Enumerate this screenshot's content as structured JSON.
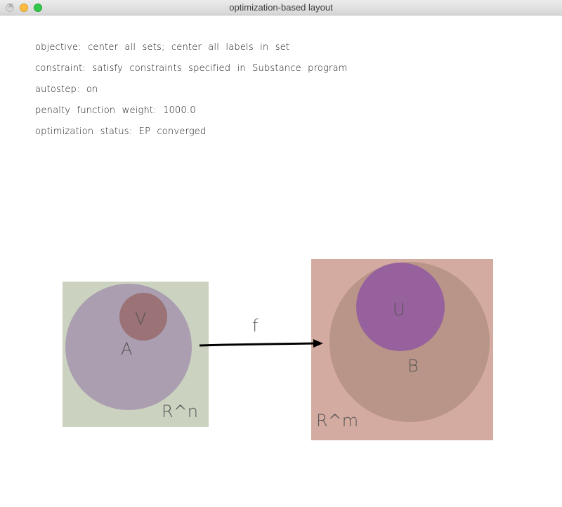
{
  "window": {
    "title": "optimization-based layout"
  },
  "info": [
    "objective: center all sets; center all labels in set",
    "constraint: satisfy constraints specified in Substance program",
    "autostep: on",
    "penalty function weight: 1000.0",
    "optimization status: EP converged"
  ],
  "diagram": {
    "spaces": [
      {
        "label": "R^n",
        "color": "#cbd3c0"
      },
      {
        "label": "R^m",
        "color": "#d4aba0"
      }
    ],
    "sets": [
      {
        "label": "A",
        "color": "#aa9eb0"
      },
      {
        "label": "V",
        "color": "#9b7276"
      },
      {
        "label": "B",
        "color": "#b99488"
      },
      {
        "label": "U",
        "color": "#96619c"
      }
    ],
    "map": {
      "label": "f"
    }
  }
}
